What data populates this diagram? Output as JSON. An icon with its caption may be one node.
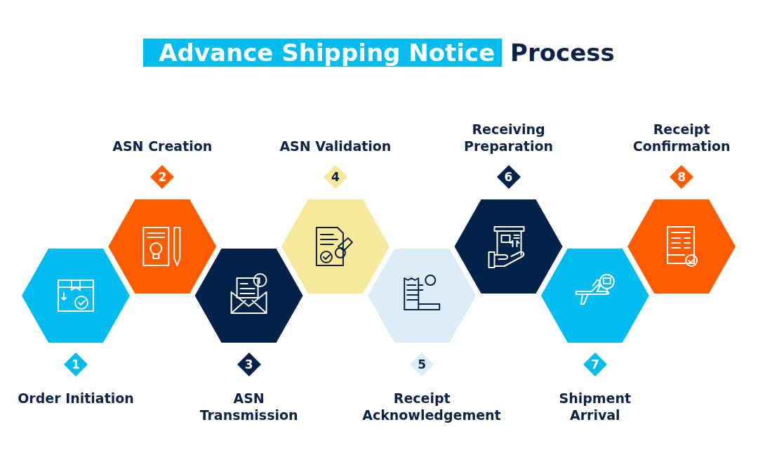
{
  "diagram": {
    "title": "Advance Shipping Notice Process",
    "nodes": [
      {
        "text": [
          "1"
        ],
        "beside": [
          "Order Initiation"
        ]
      },
      {
        "text": [
          "2"
        ],
        "beside": [
          "ASN Creation"
        ]
      },
      {
        "text": [
          "3"
        ],
        "beside": [
          "ASN Transmission"
        ]
      },
      {
        "text": [
          "4"
        ],
        "beside": [
          "ASN Validation"
        ]
      },
      {
        "text": [
          "5"
        ],
        "beside": [
          "Receipt Acknowledgement"
        ]
      },
      {
        "text": [
          "6"
        ],
        "beside": [
          "Receiving Preparation"
        ]
      },
      {
        "text": [
          "7"
        ],
        "beside": [
          "Shipment Arrival"
        ]
      },
      {
        "text": [
          "8"
        ],
        "beside": [
          "Receipt Confirmation"
        ]
      }
    ]
  }
}
